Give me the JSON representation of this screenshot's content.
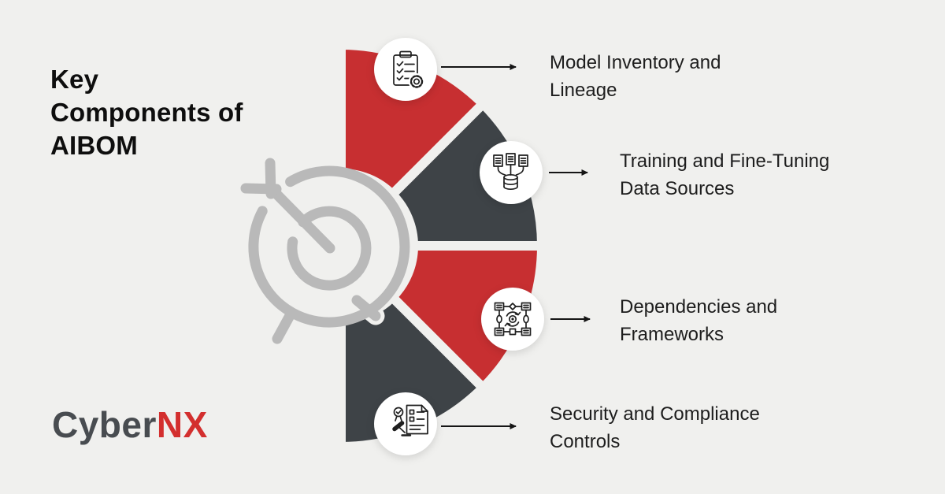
{
  "title": "Key Components of AIBOM",
  "logo": {
    "text_dark": "Cyber",
    "text_red": "NX"
  },
  "colors": {
    "background": "#F0F0EE",
    "title_text": "#0E0E0E",
    "label_text": "#1D1D1D",
    "arrow": "#151515",
    "target_gray": "#B9B9B9",
    "logo_dark": "#484C50",
    "logo_red": "#D32F2E",
    "accent_red": "#C72F31",
    "accent_dark": "#3E4347"
  },
  "diagram": {
    "type": "semicircle-fan",
    "center_icon": "target-arrow-icon",
    "items": [
      {
        "label": "Model Inventory and Lineage",
        "icon": "clipboard-checklist-gear-icon",
        "segment_color": "#C72F31"
      },
      {
        "label": "Training and Fine-Tuning Data Sources",
        "icon": "documents-database-icon",
        "segment_color": "#3E4347"
      },
      {
        "label": "Dependencies and Frameworks",
        "icon": "dependency-network-sync-icon",
        "segment_color": "#C72F31"
      },
      {
        "label": "Security and Compliance Controls",
        "icon": "compliance-document-gavel-icon",
        "segment_color": "#3E4347"
      }
    ]
  }
}
